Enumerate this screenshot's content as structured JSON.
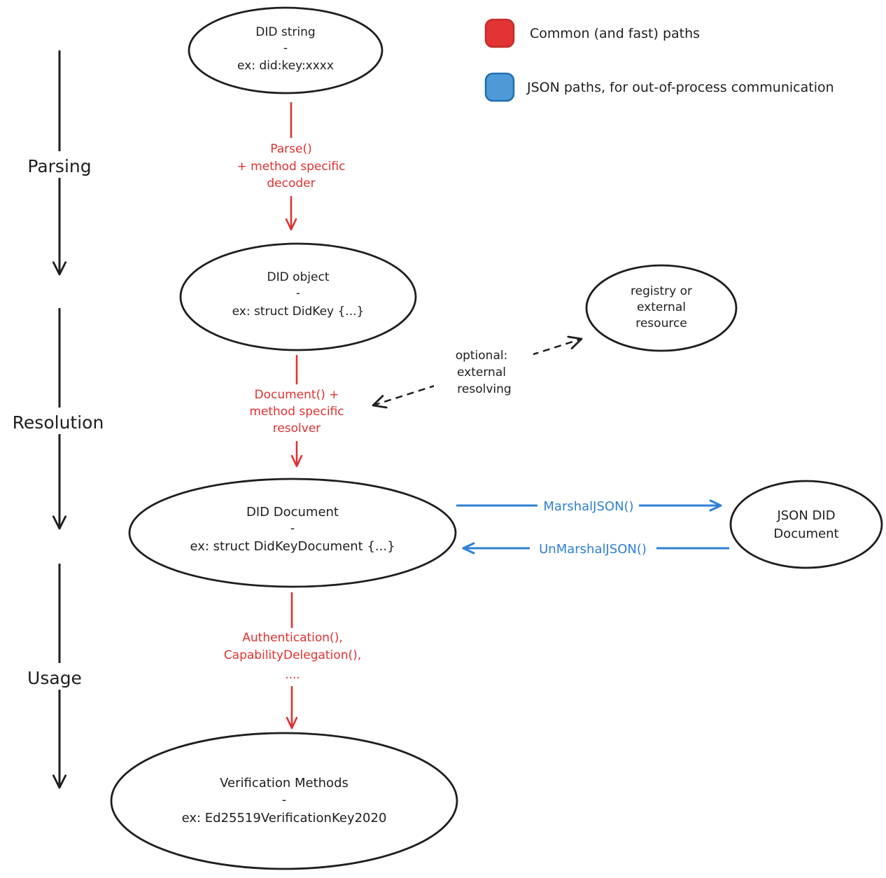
{
  "legend": {
    "common": {
      "label": "Common (and fast) paths",
      "color": "#e03131"
    },
    "json": {
      "label": "JSON paths, for out-of-process communication",
      "color": "#4e9ad6"
    }
  },
  "stages": {
    "parsing": "Parsing",
    "resolution": "Resolution",
    "usage": "Usage"
  },
  "nodes": {
    "did_string": {
      "title": "DID string",
      "sep": "-",
      "example": "ex: did:key:xxxx"
    },
    "did_object": {
      "title": "DID object",
      "sep": "-",
      "example": "ex: struct DidKey {...}"
    },
    "registry": {
      "line1": "registry or",
      "line2": "external",
      "line3": "resource"
    },
    "did_document": {
      "title": "DID Document",
      "sep": "-",
      "example": "ex: struct DidKeyDocument {...}"
    },
    "json_did_document": {
      "line1": "JSON DID",
      "line2": "Document"
    },
    "verification_methods": {
      "title": "Verification Methods",
      "sep": "-",
      "example": "ex: Ed25519VerificationKey2020"
    }
  },
  "edges": {
    "parse": {
      "line1": "Parse()",
      "line2": "+ method specific",
      "line3": "decoder"
    },
    "resolve": {
      "line1": "Document() +",
      "line2": "method specific",
      "line3": "resolver"
    },
    "external": {
      "line1": "optional:",
      "line2": "external",
      "line3": "resolving"
    },
    "marshal": "MarshalJSON()",
    "unmarshal": "UnMarshalJSON()",
    "use": {
      "line1": "Authentication(),",
      "line2": "CapabilityDelegation(),",
      "line3": "...."
    }
  },
  "colors": {
    "ink": "#1e1e1e",
    "red": "#e03131",
    "blue": "#2f80d4",
    "legend_red_fill": "#e23434",
    "legend_blue_fill": "#4e9ad6"
  }
}
